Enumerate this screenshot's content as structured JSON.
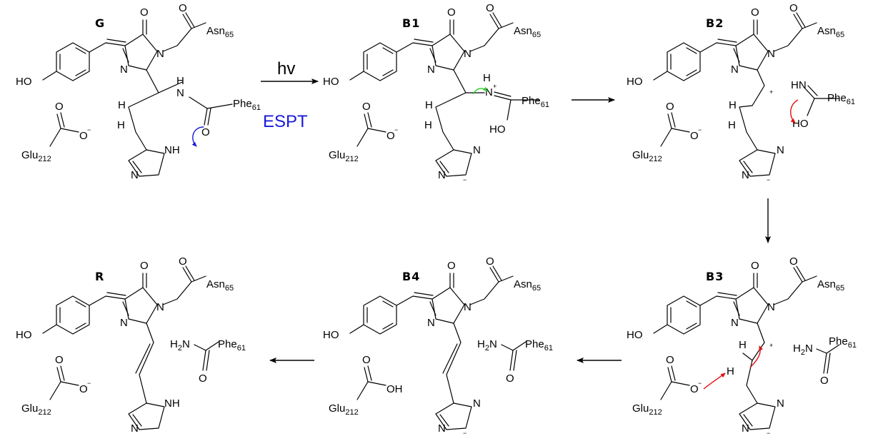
{
  "structures": [
    {
      "id": "G",
      "title": "G",
      "state": "neutral"
    },
    {
      "id": "B1",
      "title": "B1",
      "state": "iminium"
    },
    {
      "id": "B2",
      "title": "B2",
      "state": "carbocation"
    },
    {
      "id": "B3",
      "title": "B3",
      "state": "carbocation_deprotonation"
    },
    {
      "id": "B4",
      "title": "B4",
      "state": "anion_acid"
    },
    {
      "id": "R",
      "title": "R",
      "state": "neutral_red"
    }
  ],
  "labels": {
    "oxygen": "O",
    "hydroxyl": "HO",
    "hydrogen": "H",
    "nitrogen": "N",
    "nh": "NH",
    "imine": "HN",
    "amide_oh": "HO",
    "amide_nh2": "H",
    "nh2_tail": "N",
    "asn_base": "Asn",
    "asn_sub": "65",
    "phe_base": "Phe",
    "phe_sub": "61",
    "glu_base": "Glu",
    "glu_sub": "212",
    "minus": "−",
    "plus": "+",
    "oh_acid": "OH",
    "h2_sub": "2"
  },
  "reaction": {
    "step1_top": "hv",
    "step1_bottom": "ESPT",
    "espt_color": "#1a1adb"
  },
  "colors": {
    "blue_arrow": "#1a1adb",
    "green_arrow": "#33cc33",
    "red_arrow": "#e01010"
  }
}
